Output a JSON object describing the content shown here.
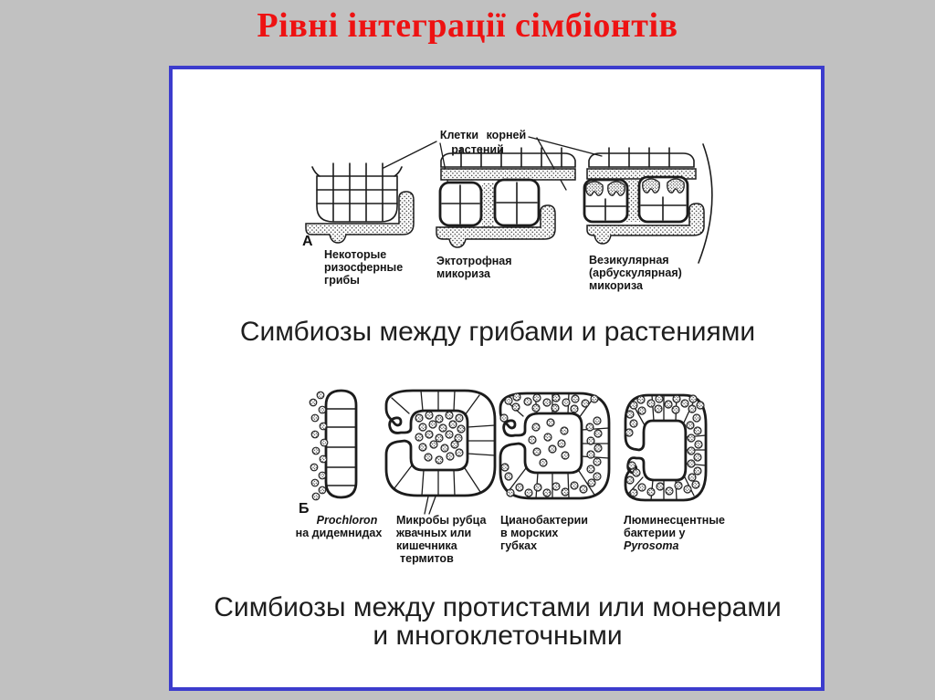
{
  "title": "Рівні інтеграції сімбіонтів",
  "colors": {
    "background": "#c1c1c1",
    "panel_border": "#3c3ccd",
    "title_red": "#ee1212",
    "figure_ink": "#1c1c1c"
  },
  "figure": {
    "root_cells_label": {
      "line1": "Клетки корней",
      "line2": "растений"
    },
    "section_a": {
      "marker": "А",
      "items": [
        {
          "lines": [
            "Некоторые",
            "ризосферные",
            "грибы"
          ]
        },
        {
          "lines": [
            "Эктотрофная",
            "микориза"
          ]
        },
        {
          "lines": [
            "Везикулярная",
            "(арбускулярная)",
            "микориза"
          ]
        }
      ],
      "caption": "Симбиозы между грибами и растениями"
    },
    "section_b": {
      "marker": "Б",
      "items": [
        {
          "lines": [
            "Prochloron",
            "на дидемнидах"
          ]
        },
        {
          "lines": [
            "Микробы рубца",
            "жвачных или",
            "кишечника",
            "термитов"
          ]
        },
        {
          "lines": [
            "Цианобактерии",
            "в морских",
            "губках"
          ]
        },
        {
          "lines": [
            "Люминесцентные",
            "бактерии у",
            "Pyrosoma"
          ]
        }
      ],
      "caption": {
        "line1": "Симбиозы между протистами или монерами",
        "line2": "и многоклеточными"
      }
    }
  }
}
